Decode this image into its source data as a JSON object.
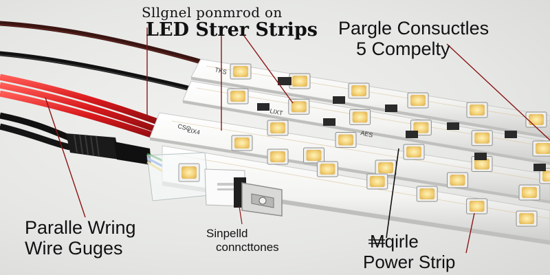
{
  "labels": {
    "top_small": "Sllgnel ponmrod on",
    "top_big": "LED Strer Strips",
    "right_line1": "Pargle Consuctles",
    "right_line2": "5 Compelty",
    "left_line1": "Paralle Wring",
    "left_line2": "Wire Guges",
    "mid_line1": "Sinpelld",
    "mid_line2": "conncttones",
    "bottom_right_line1": "Mqirle",
    "bottom_right_line2": "Power Strip"
  },
  "strip_markings": [
    "LIX4",
    "CSO",
    "TKS",
    "LIXT",
    "AES"
  ],
  "colors": {
    "background": "#e9eae8",
    "strip_white": "#f6f6f4",
    "led_yellow": "#f3d27a",
    "wire_red": "#d8191c",
    "wire_black": "#151515",
    "wire_brown": "#4a1e1a",
    "pointer": "#8a1414"
  }
}
